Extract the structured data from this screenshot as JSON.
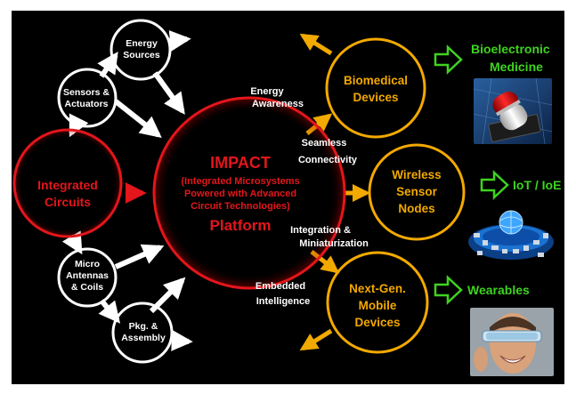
{
  "center": {
    "title": "IMPACT",
    "subtitle": [
      "(Integrated Microsystems",
      "Powered with Advanced",
      "Circuit Technologies)"
    ],
    "footer": "Platform"
  },
  "left_node": [
    "Integrated",
    "Circuits"
  ],
  "inputs": {
    "energy": [
      "Energy",
      "Sources"
    ],
    "sensors": [
      "Sensors &",
      "Actuators"
    ],
    "antennas": [
      "Micro",
      "Antennas",
      "& Coils"
    ],
    "packaging": [
      "Pkg. &",
      "Assembly"
    ]
  },
  "features": {
    "energy_awareness": [
      "Energy",
      "Awareness"
    ],
    "connectivity": [
      "Seamless",
      "Connectivity"
    ],
    "integration": [
      "Integration &",
      "Miniaturization"
    ],
    "intelligence": [
      "Embedded",
      "Intelligence"
    ]
  },
  "devices": {
    "biomedical": [
      "Biomedical",
      "Devices"
    ],
    "wireless": [
      "Wireless",
      "Sensor",
      "Nodes"
    ],
    "mobile": [
      "Next-Gen.",
      "Mobile",
      "Devices"
    ]
  },
  "applications": {
    "bioelectronic": [
      "Bioelectronic",
      "Medicine"
    ],
    "iot": "IoT / IoE",
    "wearables": "Wearables"
  },
  "colors": {
    "background": "#000000",
    "red": "#e3161b",
    "gold": "#f2a900",
    "white": "#ffffff",
    "green": "#3ed31f"
  }
}
